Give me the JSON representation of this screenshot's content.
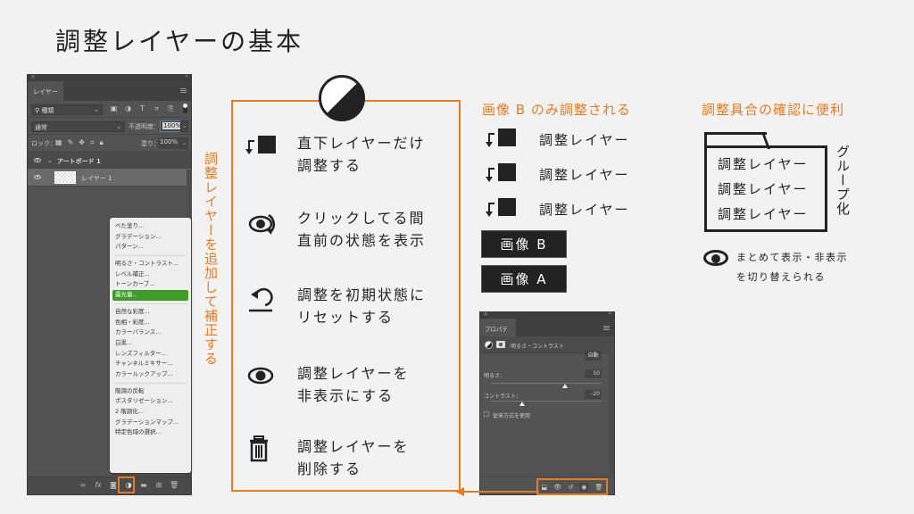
{
  "title": "調整レイヤーの基本",
  "layers_panel": {
    "tab": "レイヤー",
    "filter": "種類",
    "blend_mode": "通常",
    "opacity_label": "不透明度：",
    "opacity_value": "100%",
    "lock_label": "ロック：",
    "fill_label": "塗り：",
    "fill_value": "100%",
    "layers": [
      {
        "name": "アートボード 1",
        "type": "artboard"
      },
      {
        "name": "レイヤー 1",
        "type": "pixel"
      }
    ],
    "bottom_icons": [
      "link-icon",
      "fx-icon",
      "mask-icon",
      "adjustment-icon",
      "folder-icon",
      "new-layer-icon",
      "trash-icon"
    ],
    "fx_label": "fx"
  },
  "context_menu": {
    "groups": [
      [
        "べた塗り...",
        "グラデーション...",
        "パターン..."
      ],
      [
        "明るさ・コントラスト...",
        "レベル補正...",
        "トーンカーブ...",
        "露光量..."
      ],
      [
        "自然な彩度...",
        "色相・彩度...",
        "カラーバランス...",
        "白黒...",
        "レンズフィルター...",
        "チャンネルミキサー...",
        "カラールックアップ..."
      ],
      [
        "階調の反転",
        "ポスタリゼーション...",
        "2 階調化...",
        "グラデーションマップ...",
        "特定色域の選択..."
      ]
    ],
    "active_item": "露光量..."
  },
  "vertical_label": "調整レイヤーを追加して補正する",
  "features": [
    {
      "icon": "clip-to-layer-icon",
      "line1": "直下レイヤーだけ",
      "line2": "調整する"
    },
    {
      "icon": "view-previous-state-icon",
      "line1": "クリックしてる間",
      "line2": "直前の状態を表示"
    },
    {
      "icon": "reset-icon",
      "line1": "調整を初期状態に",
      "line2": "リセットする"
    },
    {
      "icon": "eye-icon",
      "line1": "調整レイヤーを",
      "line2": "非表示にする"
    },
    {
      "icon": "trash-icon",
      "line1": "調整レイヤーを",
      "line2": "削除する"
    }
  ],
  "clip_example": {
    "heading": "画像 B のみ調整される",
    "adjust_layers": [
      "調整レイヤー",
      "調整レイヤー",
      "調整レイヤー"
    ],
    "images": [
      "画像 B",
      "画像 A"
    ]
  },
  "group_example": {
    "heading": "調整具合の確認に便利",
    "layers": [
      "調整レイヤー",
      "調整レイヤー",
      "調整レイヤー"
    ],
    "group_label": "グループ化",
    "note_line1": "まとめて表示・非表示",
    "note_line2": "を切り替えられる"
  },
  "properties_panel": {
    "tab": "プロパティ",
    "header": "明るさ・コントラスト",
    "auto_button": "自動",
    "brightness_label": "明るさ：",
    "brightness_value": "50",
    "contrast_label": "コントラスト：",
    "contrast_value": "-20",
    "legacy_label": "従来方式を使用",
    "bottom_icons": [
      "clip-icon",
      "view-previous-icon",
      "reset-icon",
      "visibility-icon",
      "delete-icon"
    ]
  },
  "colors": {
    "accent": "#e57b22",
    "panel_bg": "#535353",
    "menu_active": "#3e9b2a",
    "background": "#f2f2f2"
  }
}
